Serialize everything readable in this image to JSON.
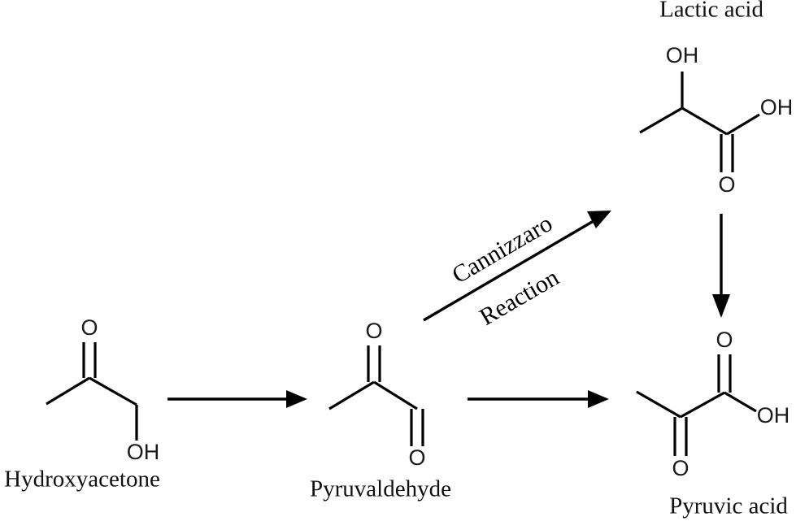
{
  "figure": {
    "type": "reaction-scheme",
    "title": "Hydroxyacetone to pyruvic acid reaction scheme",
    "background_color": "#ffffff",
    "line_color": "#000000"
  },
  "compounds": {
    "hydroxyacetone": {
      "name": "Hydroxyacetone",
      "atoms": {
        "carbonyl_o": "O",
        "hydroxyl": "OH"
      }
    },
    "pyruvaldehyde": {
      "name": "Pyruvaldehyde",
      "atoms": {
        "ketone_o": "O",
        "aldehyde_o": "O"
      }
    },
    "lactic_acid": {
      "name": "Lactic acid",
      "atoms": {
        "hydroxyl_top": "OH",
        "acid_oh": "OH",
        "carbonyl_o": "O"
      }
    },
    "pyruvic_acid": {
      "name": "Pyruvic acid",
      "atoms": {
        "ketone_o": "O",
        "acid_o": "O",
        "acid_oh": "OH"
      }
    }
  },
  "arrows": {
    "step1": {
      "label": ""
    },
    "step2": {
      "label": ""
    },
    "cannizzaro": {
      "label_line1": "Cannizzaro",
      "label_line2": "Reaction"
    },
    "oxidation": {
      "label": ""
    }
  }
}
